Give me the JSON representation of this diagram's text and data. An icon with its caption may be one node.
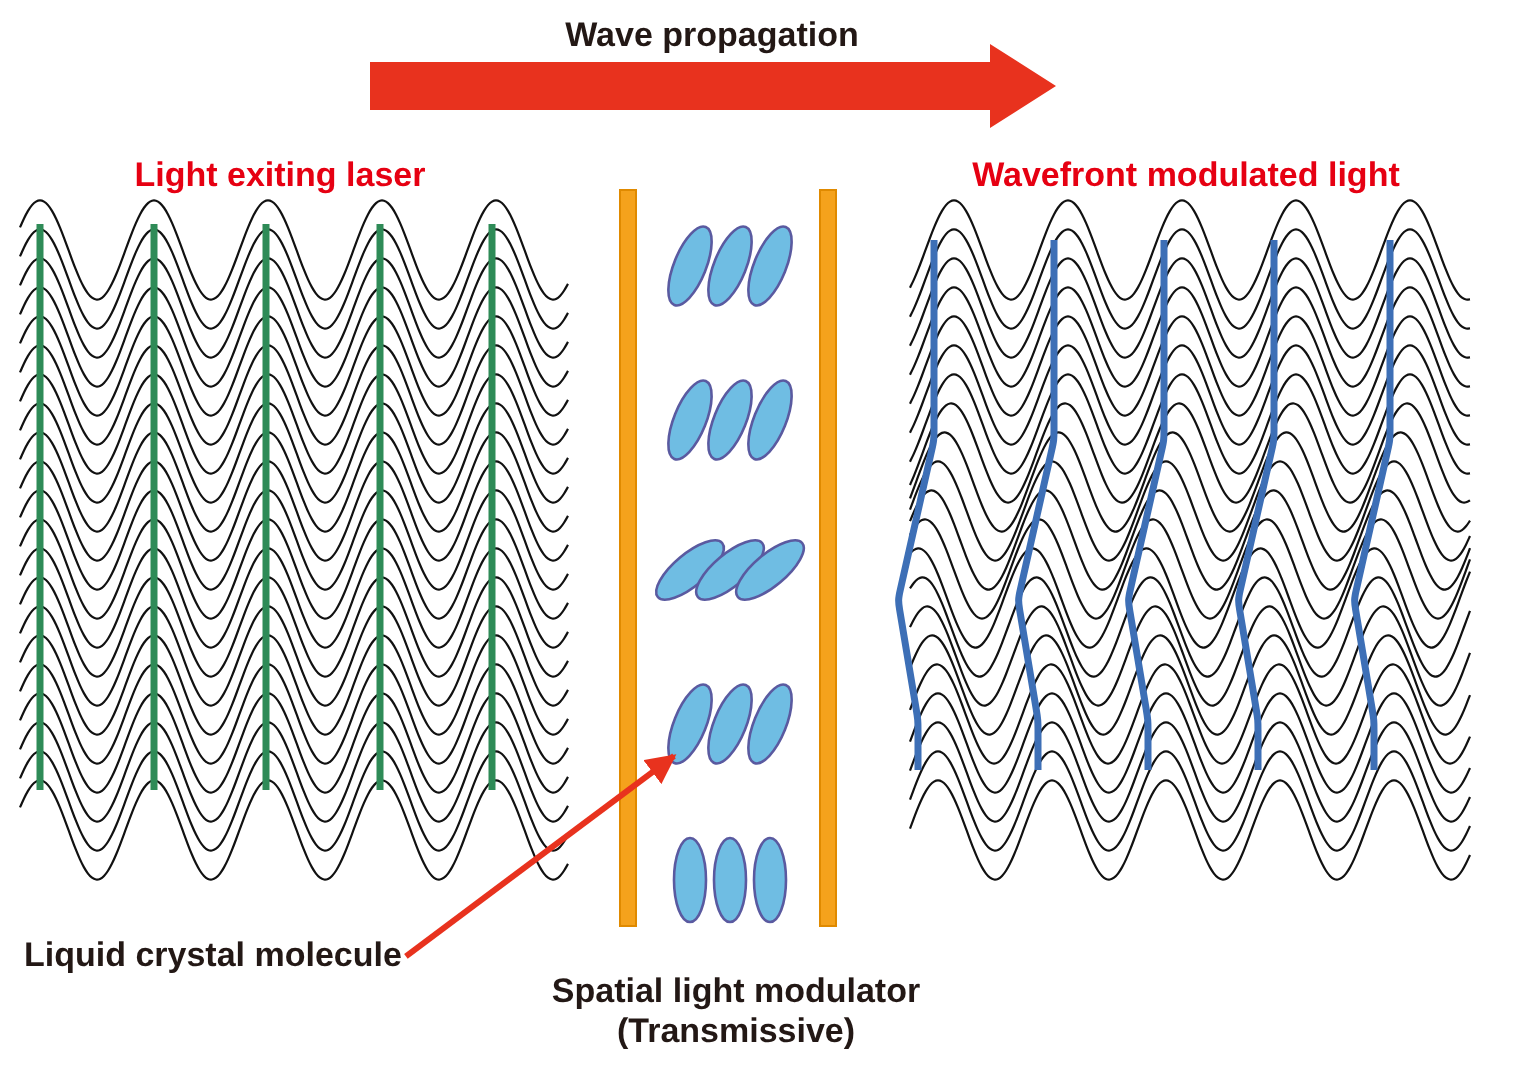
{
  "diagram": {
    "nodes": [
      {
        "text": [
          "Liquid crystal molecule"
        ]
      },
      {
        "text": [],
        "shape": "ellipse"
      }
    ],
    "edges": [
      {
        "from": 0,
        "to": 1,
        "arrow": "to",
        "color": "#e8321e"
      }
    ],
    "labels": [
      "Wave propagation",
      "Light exiting laser",
      "Wavefront modulated light",
      "Spatial light modulator (Transmissive)"
    ]
  }
}
